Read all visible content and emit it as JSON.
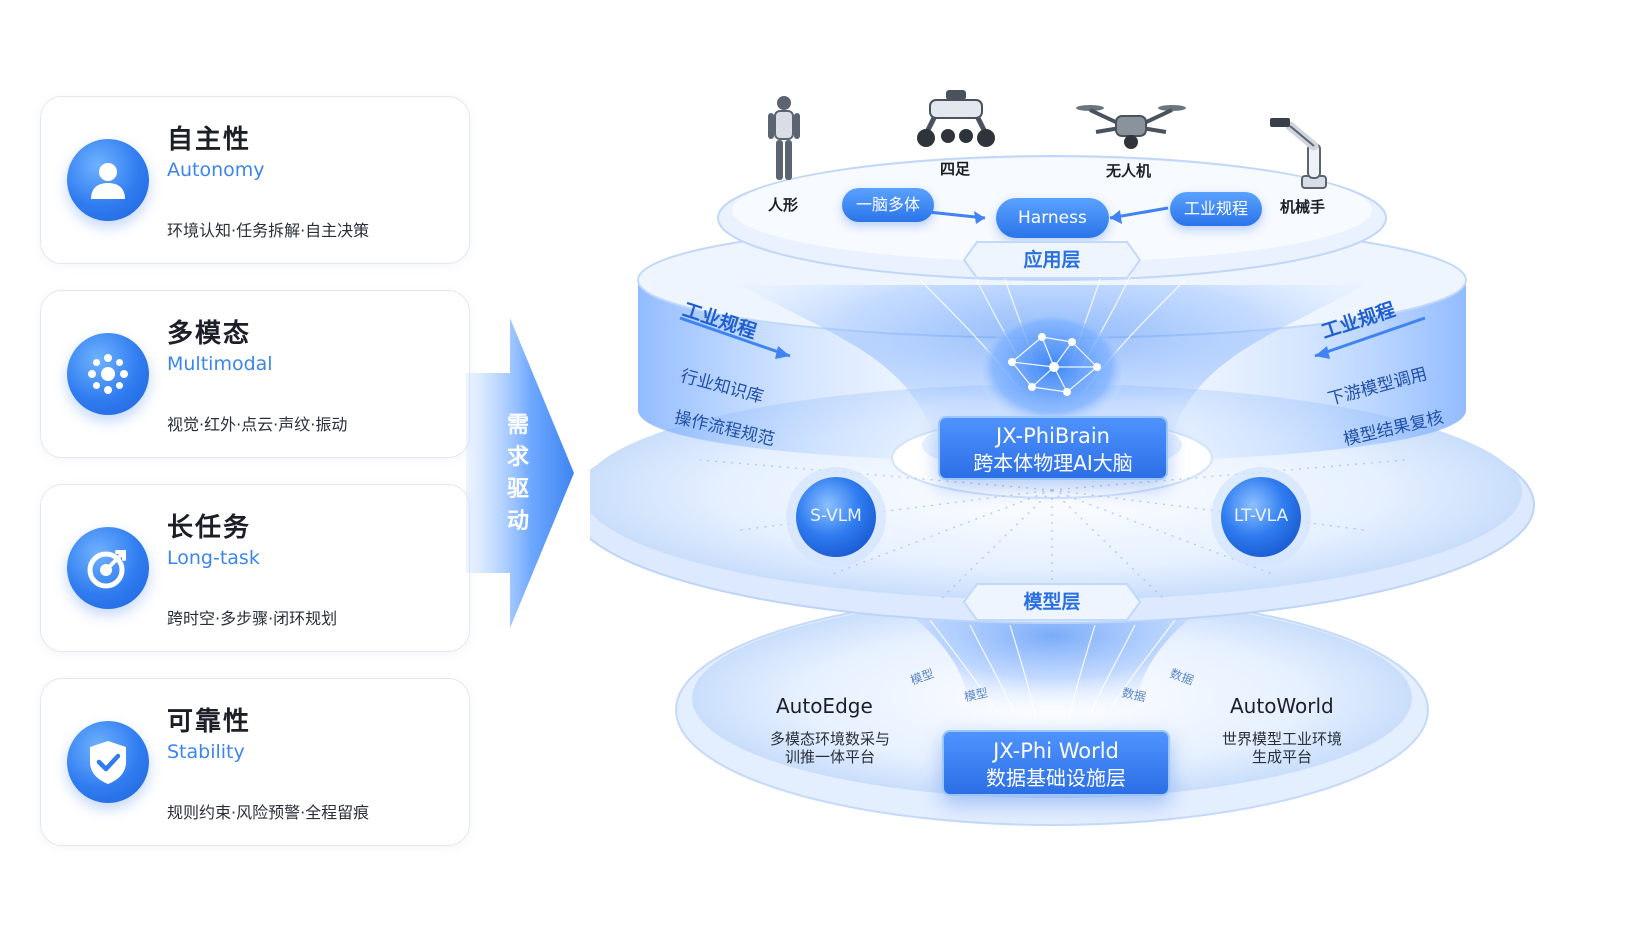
{
  "cards": [
    {
      "title": "自主性",
      "subtitle": "Autonomy",
      "desc": "环境认知·任务拆解·自主决策",
      "icon": "user-icon"
    },
    {
      "title": "多模态",
      "subtitle": "Multimodal",
      "desc": "视觉·红外·点云·声纹·振动",
      "icon": "sensor-icon"
    },
    {
      "title": "长任务",
      "subtitle": "Long-task",
      "desc": "跨时空·多步骤·闭环规划",
      "icon": "target-icon"
    },
    {
      "title": "可靠性",
      "subtitle": "Stability",
      "desc": "规则约束·风险预警·全程留痕",
      "icon": "shield-check-icon"
    }
  ],
  "demand_arrow": {
    "label": [
      "需",
      "求",
      "驱",
      "动"
    ]
  },
  "devices": [
    {
      "label": "人形",
      "icon": "humanoid-robot-icon"
    },
    {
      "label": "四足",
      "icon": "quadruped-robot-icon"
    },
    {
      "label": "无人机",
      "icon": "drone-icon"
    },
    {
      "label": "机械手",
      "icon": "robot-arm-icon"
    }
  ],
  "app_layer": {
    "left_pill": "一脑多体",
    "center_pill": "Harness",
    "right_pill": "工业规程",
    "tag": "应用层"
  },
  "middle_ring": {
    "left_rule": "工业规程",
    "left_items": [
      "行业知识库",
      "操作流程规范"
    ],
    "right_rule": "工业规程",
    "right_items": [
      "下游模型调用",
      "模型结果复核"
    ],
    "brain_icon": "neural-network-brain-icon",
    "core_title": "JX-PhiBrain",
    "core_subtitle": "跨本体物理AI大脑",
    "left_sphere": "S-VLM",
    "right_sphere": "LT-VLA",
    "tag": "模型层"
  },
  "data_layer": {
    "flow_labels": [
      "模型",
      "模型",
      "数据",
      "数据"
    ],
    "left_title": "AutoEdge",
    "left_desc": [
      "多模态环境数采与",
      "训推一体平台"
    ],
    "right_title": "AutoWorld",
    "right_desc": [
      "世界模型工业环境",
      "生成平台"
    ],
    "core_title": "JX-Phi World",
    "core_subtitle": "数据基础设施层"
  },
  "colors": {
    "accent": "#2f7cf0",
    "accent_light": "#dbeaff",
    "text": "#1c1f27"
  }
}
